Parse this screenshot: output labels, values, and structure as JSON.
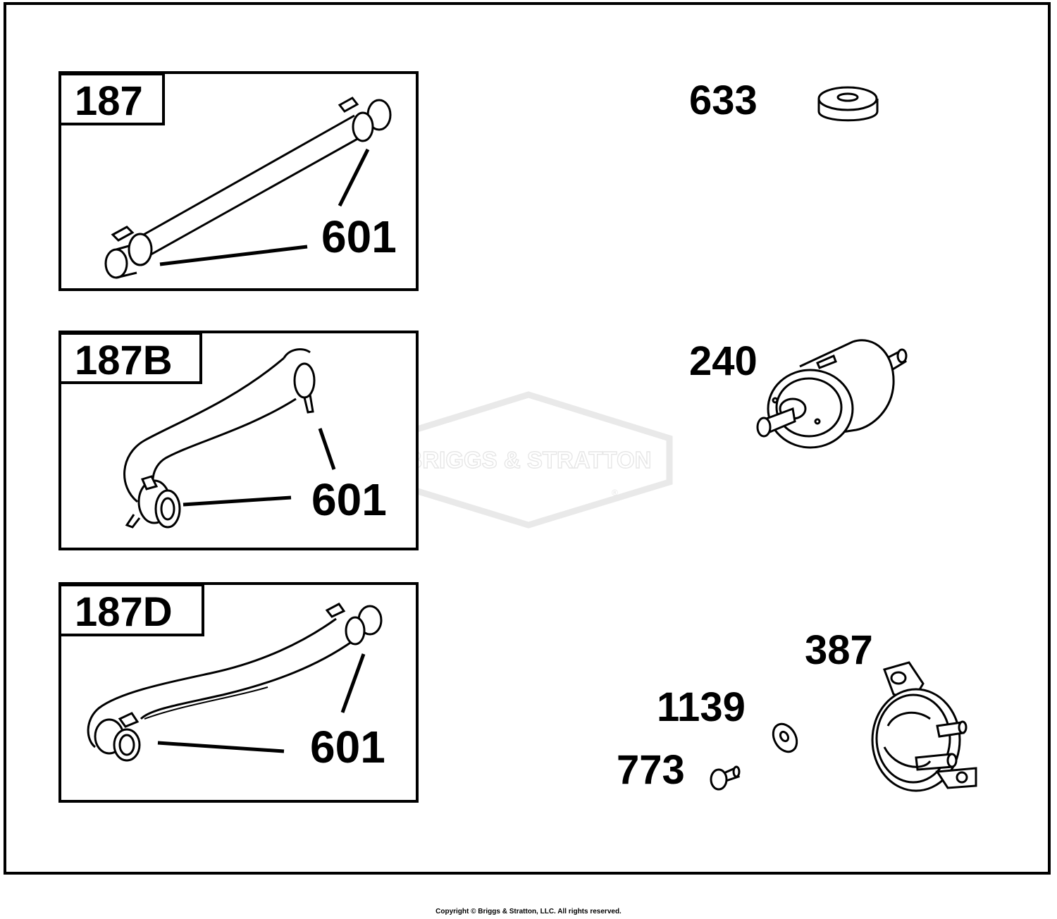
{
  "watermark": {
    "text": "BRIGGS & STRATTON",
    "registered": "®"
  },
  "kits": [
    {
      "id": "187",
      "clamp_callout": "601"
    },
    {
      "id": "187B",
      "clamp_callout": "601"
    },
    {
      "id": "187D",
      "clamp_callout": "601"
    }
  ],
  "parts": {
    "spacer": "633",
    "fuel_filter": "240",
    "fuel_pump": "387",
    "washer": "1139",
    "screw": "773"
  },
  "copyright": "Copyright © Briggs & Stratton, LLC. All rights reserved."
}
